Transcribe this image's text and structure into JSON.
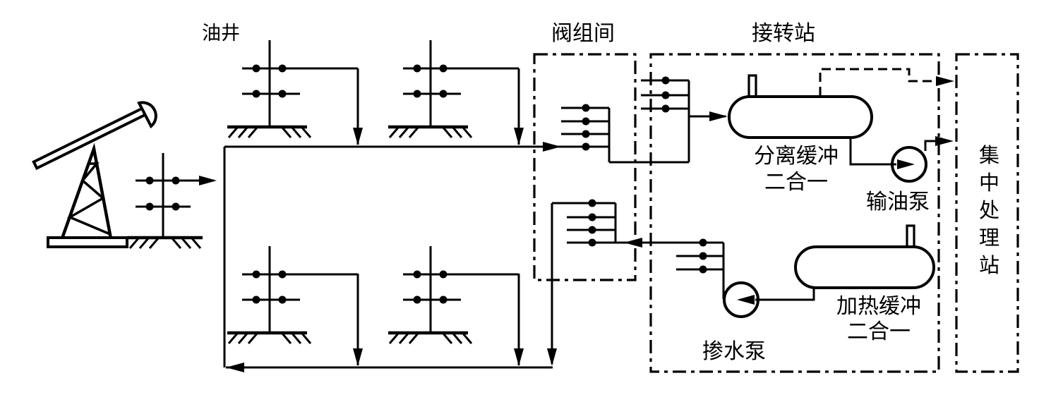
{
  "page": {
    "background": "#ffffff",
    "line_color": "#000000"
  },
  "labels": {
    "oil_well": "油井",
    "valve_room": "阀组间",
    "transfer_station": "接转站",
    "separator_buffer_line1": "分离缓冲",
    "separator_buffer_line2": "二合一",
    "oil_transfer_pump": "输油泵",
    "heating_buffer_line1": "加热缓冲",
    "heating_buffer_line2": "二合一",
    "water_injection_pump": "掺水泵",
    "central_processing_station": "集中处理站"
  }
}
